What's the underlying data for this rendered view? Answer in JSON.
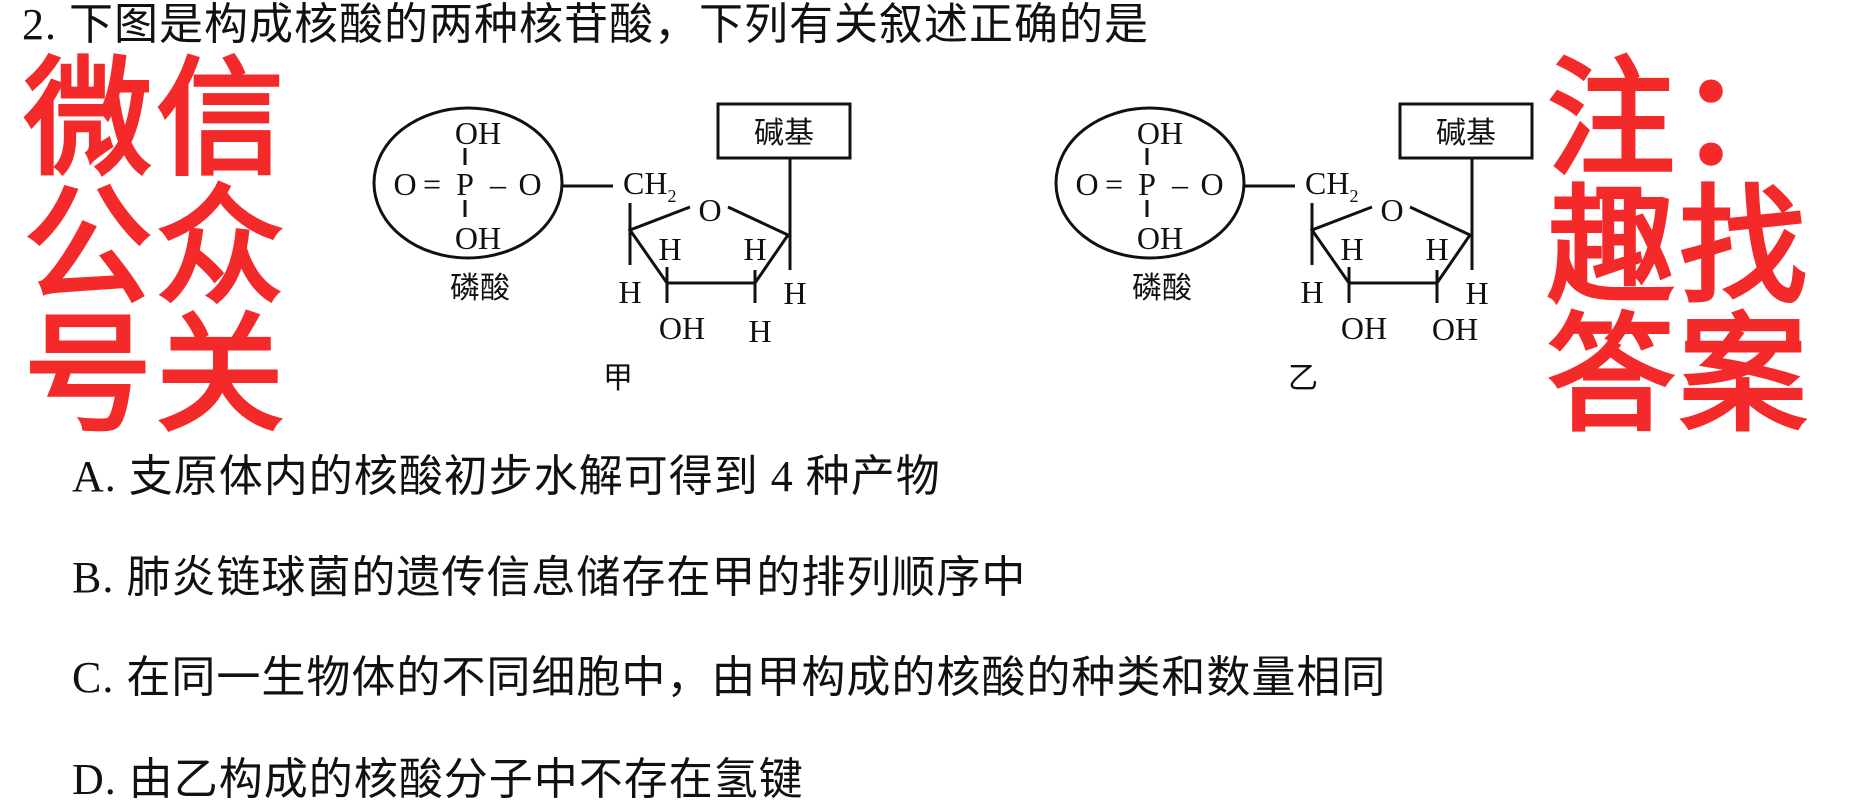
{
  "question": {
    "text": "2. 下图是构成核酸的两种核苷酸，下列有关叙述正确的是"
  },
  "diagram": {
    "left": {
      "oh_top": "OH",
      "o1": "O",
      "eq": "=",
      "p": "P",
      "dash": "–",
      "o2": "O",
      "oh_bottom": "OH",
      "phosphate_label": "磷酸",
      "ch": "CH",
      "ch_sub": "2",
      "ring_o": "O",
      "base_label": "碱基",
      "h1": "H",
      "h2": "H",
      "h3": "H",
      "h4": "H",
      "c3_group": "OH",
      "c2_group": "H",
      "caption": "甲"
    },
    "right": {
      "oh_top": "OH",
      "o1": "O",
      "eq": "=",
      "p": "P",
      "dash": "–",
      "o2": "O",
      "oh_bottom": "OH",
      "phosphate_label": "磷酸",
      "ch": "CH",
      "ch_sub": "2",
      "ring_o": "O",
      "base_label": "碱基",
      "h1": "H",
      "h2": "H",
      "h3": "H",
      "h4": "H",
      "c3_group": "OH",
      "c2_group": "OH",
      "caption": "乙"
    }
  },
  "options": [
    {
      "text": "A. 支原体内的核酸初步水解可得到 4 种产物"
    },
    {
      "text": "B. 肺炎链球菌的遗传信息储存在甲的排列顺序中"
    },
    {
      "text": "C. 在同一生物体的不同细胞中，由甲构成的核酸的种类和数量相同"
    },
    {
      "text": "D. 由乙构成的核酸分子中不存在氢键"
    }
  ],
  "watermark": {
    "text": "微信公众号关注：趣找答案",
    "color": "#f42a2a"
  }
}
